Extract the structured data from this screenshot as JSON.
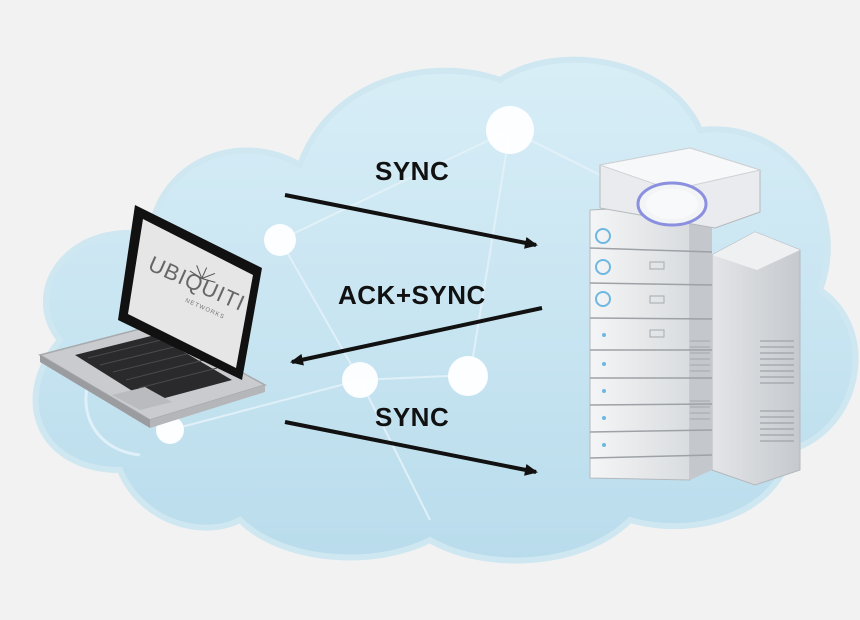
{
  "diagram": {
    "arrows": [
      {
        "label": "SYNC",
        "direction": "laptop-to-server"
      },
      {
        "label": "ACK+SYNC",
        "direction": "server-to-laptop"
      },
      {
        "label": "SYNC",
        "direction": "laptop-to-server"
      }
    ],
    "laptop": {
      "screen_logo": "UBIQUITI",
      "screen_logo_sub": "NETWORKS"
    },
    "colors": {
      "cloud": "#c8e6f2",
      "arrow": "#111111",
      "background": "#f2f2f2",
      "server_accent": "#6fb7e0"
    }
  }
}
